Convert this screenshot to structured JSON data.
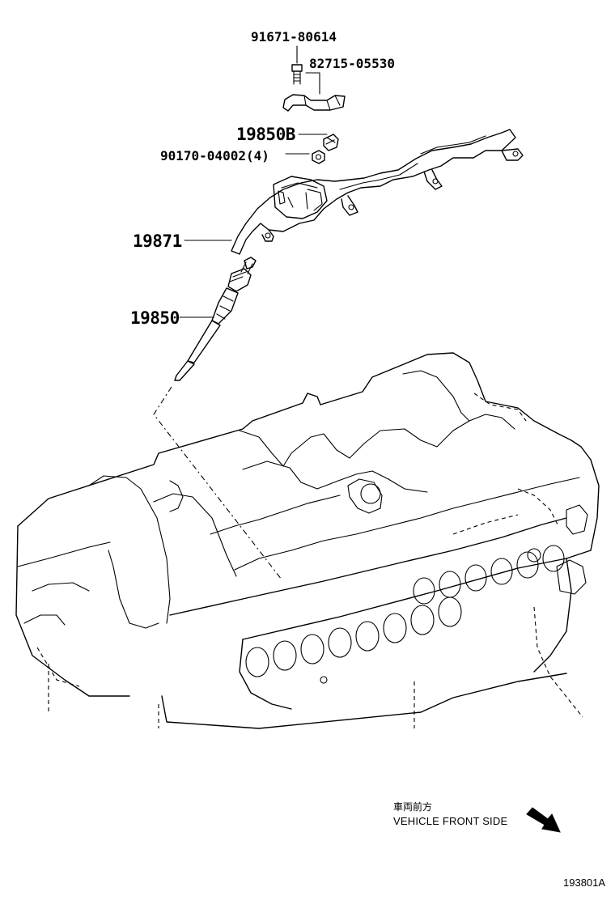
{
  "parts": {
    "p1": "91671-80614",
    "p2": "82715-05530",
    "p3": "19850B",
    "p4": "90170-04002(4)",
    "p5": "19871",
    "p6": "19850"
  },
  "orientation": {
    "label_cn": "車両前方",
    "label_en": "VEHICLE FRONT SIDE",
    "arrow_icon": "arrow-down-right-icon"
  },
  "reference_number": "193801A"
}
